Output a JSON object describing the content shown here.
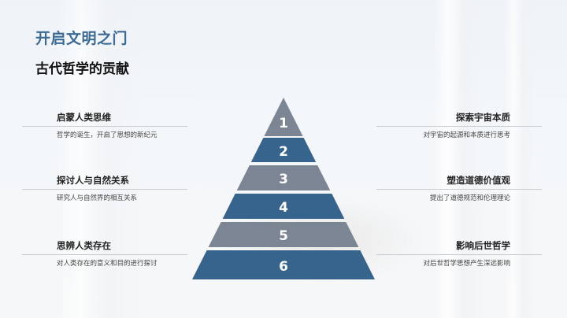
{
  "header": {
    "title": "开启文明之门",
    "subtitle": "古代哲学的贡献"
  },
  "colors": {
    "title": "#3b6a94",
    "layer_blue": "#36648c",
    "layer_gray": "#7b8593"
  },
  "left_items": [
    {
      "heading": "启蒙人类思维",
      "desc": "哲学的诞生，开启了思想的新纪元"
    },
    {
      "heading": "探讨人与自然关系",
      "desc": "研究人与自然界的相互关系"
    },
    {
      "heading": "思辨人类存在",
      "desc": "对人类存在的意义和目的进行探讨"
    }
  ],
  "right_items": [
    {
      "heading": "探索宇宙本质",
      "desc": "对宇宙的起源和本质进行思考"
    },
    {
      "heading": "塑造道德价值观",
      "desc": "提出了道德规范和伦理理论"
    },
    {
      "heading": "影响后世哲学",
      "desc": "对后世哲学思想产生深远影响"
    }
  ],
  "pyramid": {
    "layers": [
      {
        "label": "1",
        "color": "gray"
      },
      {
        "label": "2",
        "color": "blue"
      },
      {
        "label": "3",
        "color": "gray"
      },
      {
        "label": "4",
        "color": "blue"
      },
      {
        "label": "5",
        "color": "gray"
      },
      {
        "label": "6",
        "color": "blue"
      }
    ]
  }
}
